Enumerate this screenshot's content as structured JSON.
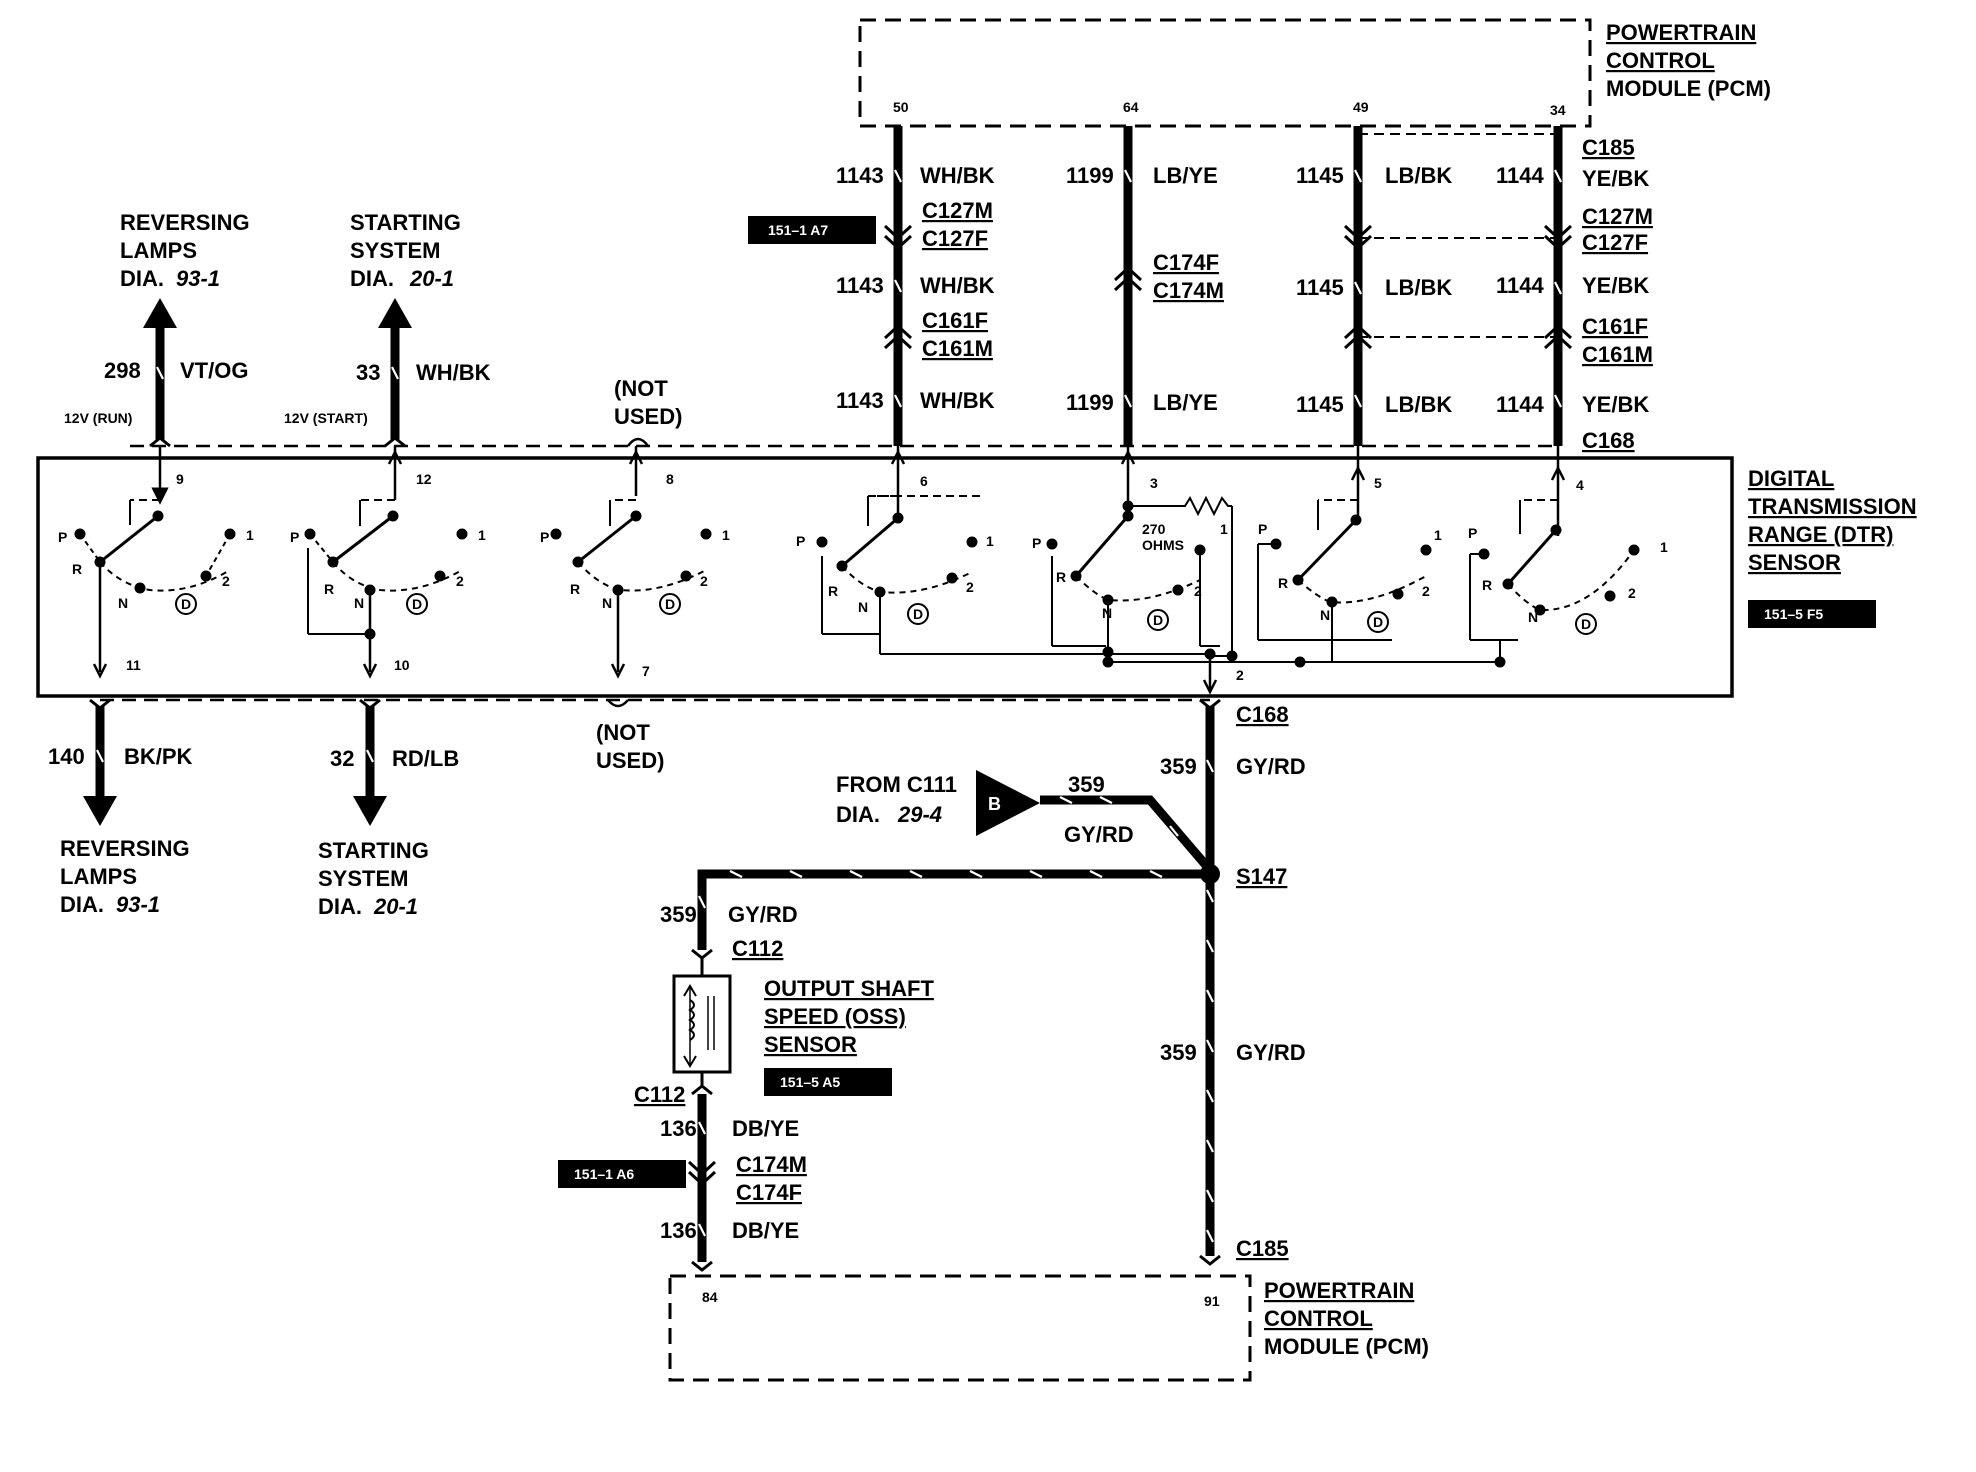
{
  "pcm_top": {
    "title_lines": [
      "POWERTRAIN",
      "CONTROL",
      "MODULE (PCM)"
    ],
    "pins": [
      "50",
      "64",
      "49",
      "34"
    ]
  },
  "pcm_bottom": {
    "title_lines": [
      "POWERTRAIN",
      "CONTROL",
      "MODULE (PCM)"
    ],
    "pins": [
      "84",
      "91"
    ]
  },
  "dtr_sensor": {
    "title_lines": [
      "DIGITAL",
      "TRANSMISSION",
      "RANGE (DTR)",
      "SENSOR"
    ],
    "tag": "151–5 F5",
    "top_pins": [
      "9",
      "12",
      "8",
      "6",
      "3",
      "5",
      "4"
    ],
    "bottom_pins": [
      "11",
      "10",
      "7",
      "2"
    ],
    "pin_1": "1",
    "resistor_lines": [
      "270",
      "OHMS"
    ],
    "positions": [
      "P",
      "R",
      "N",
      "D",
      "2",
      "1"
    ]
  },
  "columns_top": [
    {
      "circuit": "1143",
      "color": "WH/BK"
    },
    {
      "circuit": "1199",
      "color": "LB/YE"
    },
    {
      "circuit": "1145",
      "color": "LB/BK"
    },
    {
      "circuit": "1144",
      "color": "YE/BK"
    }
  ],
  "connectors": {
    "c127m": "C127M",
    "c127f": "C127F",
    "c161f": "C161F",
    "c161m": "C161M",
    "c174f": "C174F",
    "c174m": "C174M",
    "c185": "C185",
    "c168": "C168",
    "c112": "C112",
    "s147": "S147"
  },
  "tags": {
    "a7": "151–1 A7",
    "a6": "151–1 A6",
    "a5": "151–5 A5"
  },
  "outputs_top": [
    {
      "lines": [
        "REVERSING",
        "LAMPS"
      ],
      "dia_label": "DIA.",
      "dia": "93-1",
      "circuit": "298",
      "color": "VT/OG",
      "supply": "12V (RUN)"
    },
    {
      "lines": [
        "STARTING",
        "SYSTEM"
      ],
      "dia_label": "DIA.",
      "dia": "20-1",
      "circuit": "33",
      "color": "WH/BK",
      "supply": "12V (START)"
    }
  ],
  "outputs_bottom": [
    {
      "lines": [
        "REVERSING",
        "LAMPS"
      ],
      "dia_label": "DIA.",
      "dia": "93-1",
      "circuit": "140",
      "color": "BK/PK"
    },
    {
      "lines": [
        "STARTING",
        "SYSTEM"
      ],
      "dia_label": "DIA.",
      "dia": "20-1",
      "circuit": "32",
      "color": "RD/LB"
    }
  ],
  "not_used": [
    "(NOT",
    "USED)"
  ],
  "from_c111": {
    "label": "FROM C111",
    "dia_label": "DIA.",
    "dia": "29-4",
    "badge": "B",
    "circuit": "359",
    "color": "GY/RD"
  },
  "gyrd_wire": {
    "circuit": "359",
    "color": "GY/RD"
  },
  "oss": {
    "lines": [
      "OUTPUT SHAFT",
      "SPEED (OSS)",
      "SENSOR"
    ]
  },
  "oss_lower": {
    "circuit": "136",
    "color": "DB/YE"
  }
}
